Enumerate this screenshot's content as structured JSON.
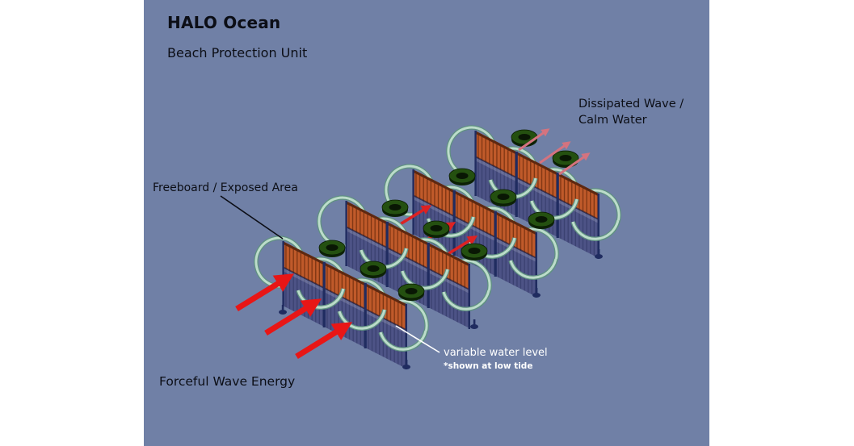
{
  "diagram": {
    "title": "HALO Ocean",
    "subtitle": "Beach Protection Unit",
    "labels": {
      "dissipated_line1": "Dissipated Wave /",
      "dissipated_line2": "Calm Water",
      "freeboard": "Freeboard / Exposed Area",
      "forceful": "Forceful Wave Energy",
      "water_level": "variable water level",
      "water_level_note": "*shown at low tide"
    },
    "colors": {
      "page-bg": "#ffffff",
      "diagram-bg": "#7080a6",
      "forceful-arrow": "#e81616",
      "mid-arrow": "#dd2222",
      "dissipated-arrow": "#d4737f",
      "panel-orange": "#c05a2a",
      "panel-orange-dark": "#7e3512",
      "panel-rail": "#5e2810",
      "panel-blue": "#4d5386",
      "panel-blue-dark": "#3a4170",
      "panel-post": "#202c60",
      "ring-light": "#bcdcca",
      "ring-dark": "#5f9181",
      "disc-green": "#245010",
      "disc-shadow": "#0d2306",
      "disc-hole": "#091704",
      "label-dark": "#0c0e16",
      "label-white": "#ffffff"
    }
  }
}
